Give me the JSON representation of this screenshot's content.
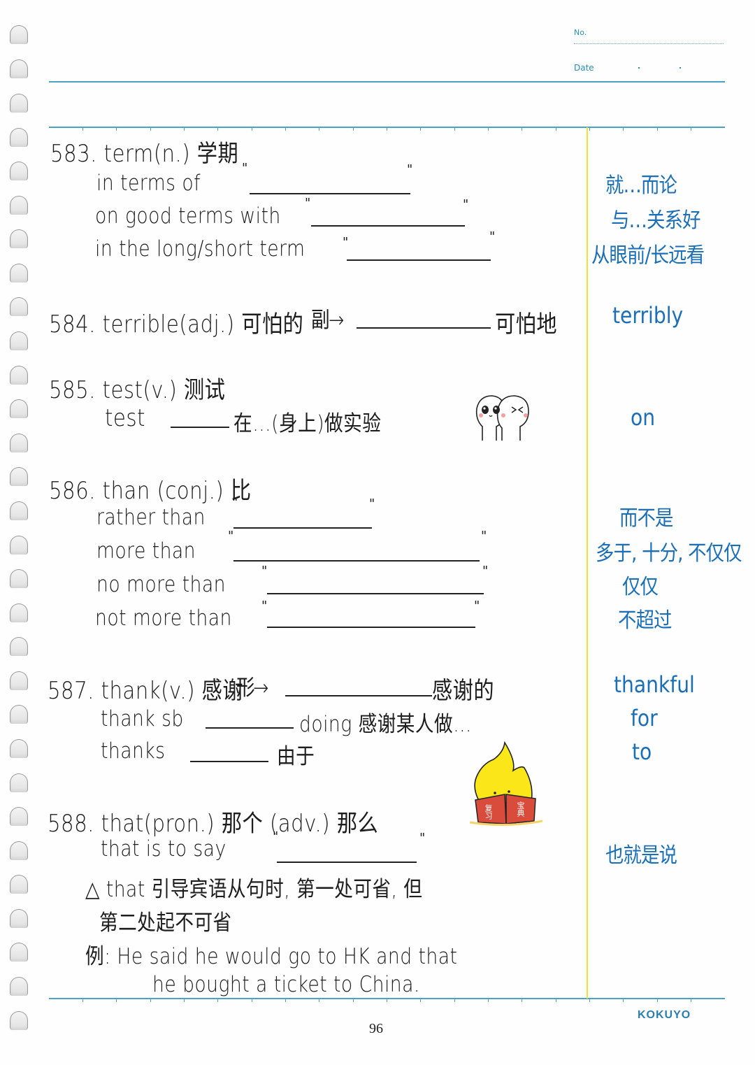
{
  "header": {
    "no_label": "No.",
    "date_label": "Date"
  },
  "entries": {
    "e583": {
      "headword": "583. term(n.) 学期",
      "lines": [
        "in terms of",
        "on good terms with",
        "in the long/short term"
      ],
      "answers": [
        "就…而论",
        "与…关系好",
        "从眼前/长远看"
      ]
    },
    "e584": {
      "headword": "584. terrible(adj.) 可怕的",
      "arrow_label": "副",
      "arrow_glyph": "→",
      "tail": "可怕地",
      "answers": [
        "terribly"
      ]
    },
    "e585": {
      "headword": "585. test(v.) 测试",
      "line_pre": "test",
      "line_post": "在…(身上)做实验",
      "answers": [
        "on"
      ]
    },
    "e586": {
      "headword": "586. than (conj.) 比",
      "lines": [
        "rather than",
        "more than",
        "no more than",
        "not more than"
      ],
      "answers": [
        "而不是",
        "多于, 十分, 不仅仅",
        "仅仅",
        "不超过"
      ]
    },
    "e587": {
      "headword": "587. thank(v.) 感谢",
      "arrow_label": "形",
      "arrow_glyph": "→",
      "tail": "感谢的",
      "line2_pre": "thank sb",
      "line2_post": "doing 感谢某人做…",
      "line3_pre": "thanks",
      "line3_post": "由于",
      "answers": [
        "thankful",
        "for",
        "to"
      ]
    },
    "e588": {
      "headword": "588. that(pron.) 那个 (adv.) 那么",
      "line": "that is to say",
      "note_line1": "△ that 引导宾语从句时, 第一处可省, 但",
      "note_line2": "第二处起不可省",
      "example_line1": "例: He said he would go to HK and that",
      "example_line2": "he bought a ticket to China.",
      "answers": [
        "也就是说"
      ]
    }
  },
  "stickers": {
    "book_text_left": "复习",
    "book_text_right": "宝典"
  },
  "footer": {
    "page_number": "96",
    "brand": "KOKUYO"
  },
  "colors": {
    "rule": "#4aa3c2",
    "margin": "#f2e23a",
    "answer_ink": "#1a6fb8",
    "ink": "#1d1d1d"
  }
}
